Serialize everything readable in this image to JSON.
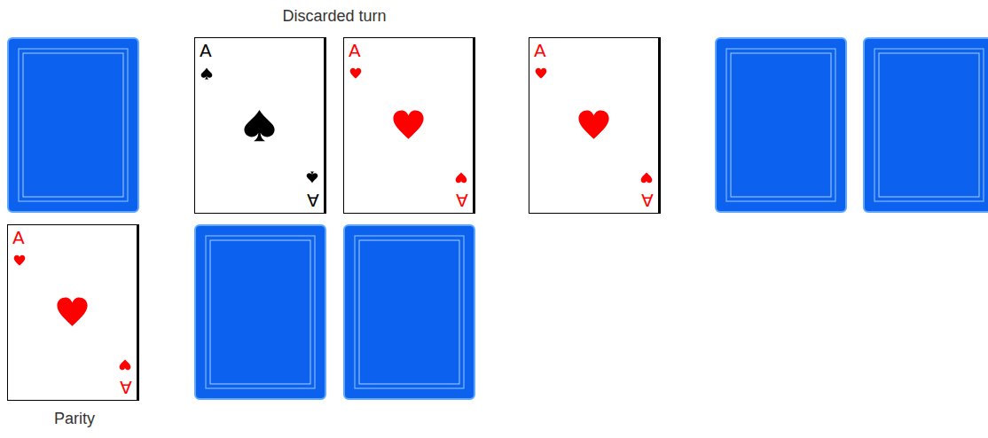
{
  "diagram": {
    "nodes": [
      {
        "text": [
          "A",
          "A"
        ]
      },
      {
        "text": [
          "A",
          "A"
        ]
      },
      {
        "text": [
          "A",
          "A"
        ]
      },
      {
        "text": [
          "A",
          "A"
        ]
      }
    ],
    "labels": [
      "Discarded turn",
      "Parity"
    ]
  }
}
